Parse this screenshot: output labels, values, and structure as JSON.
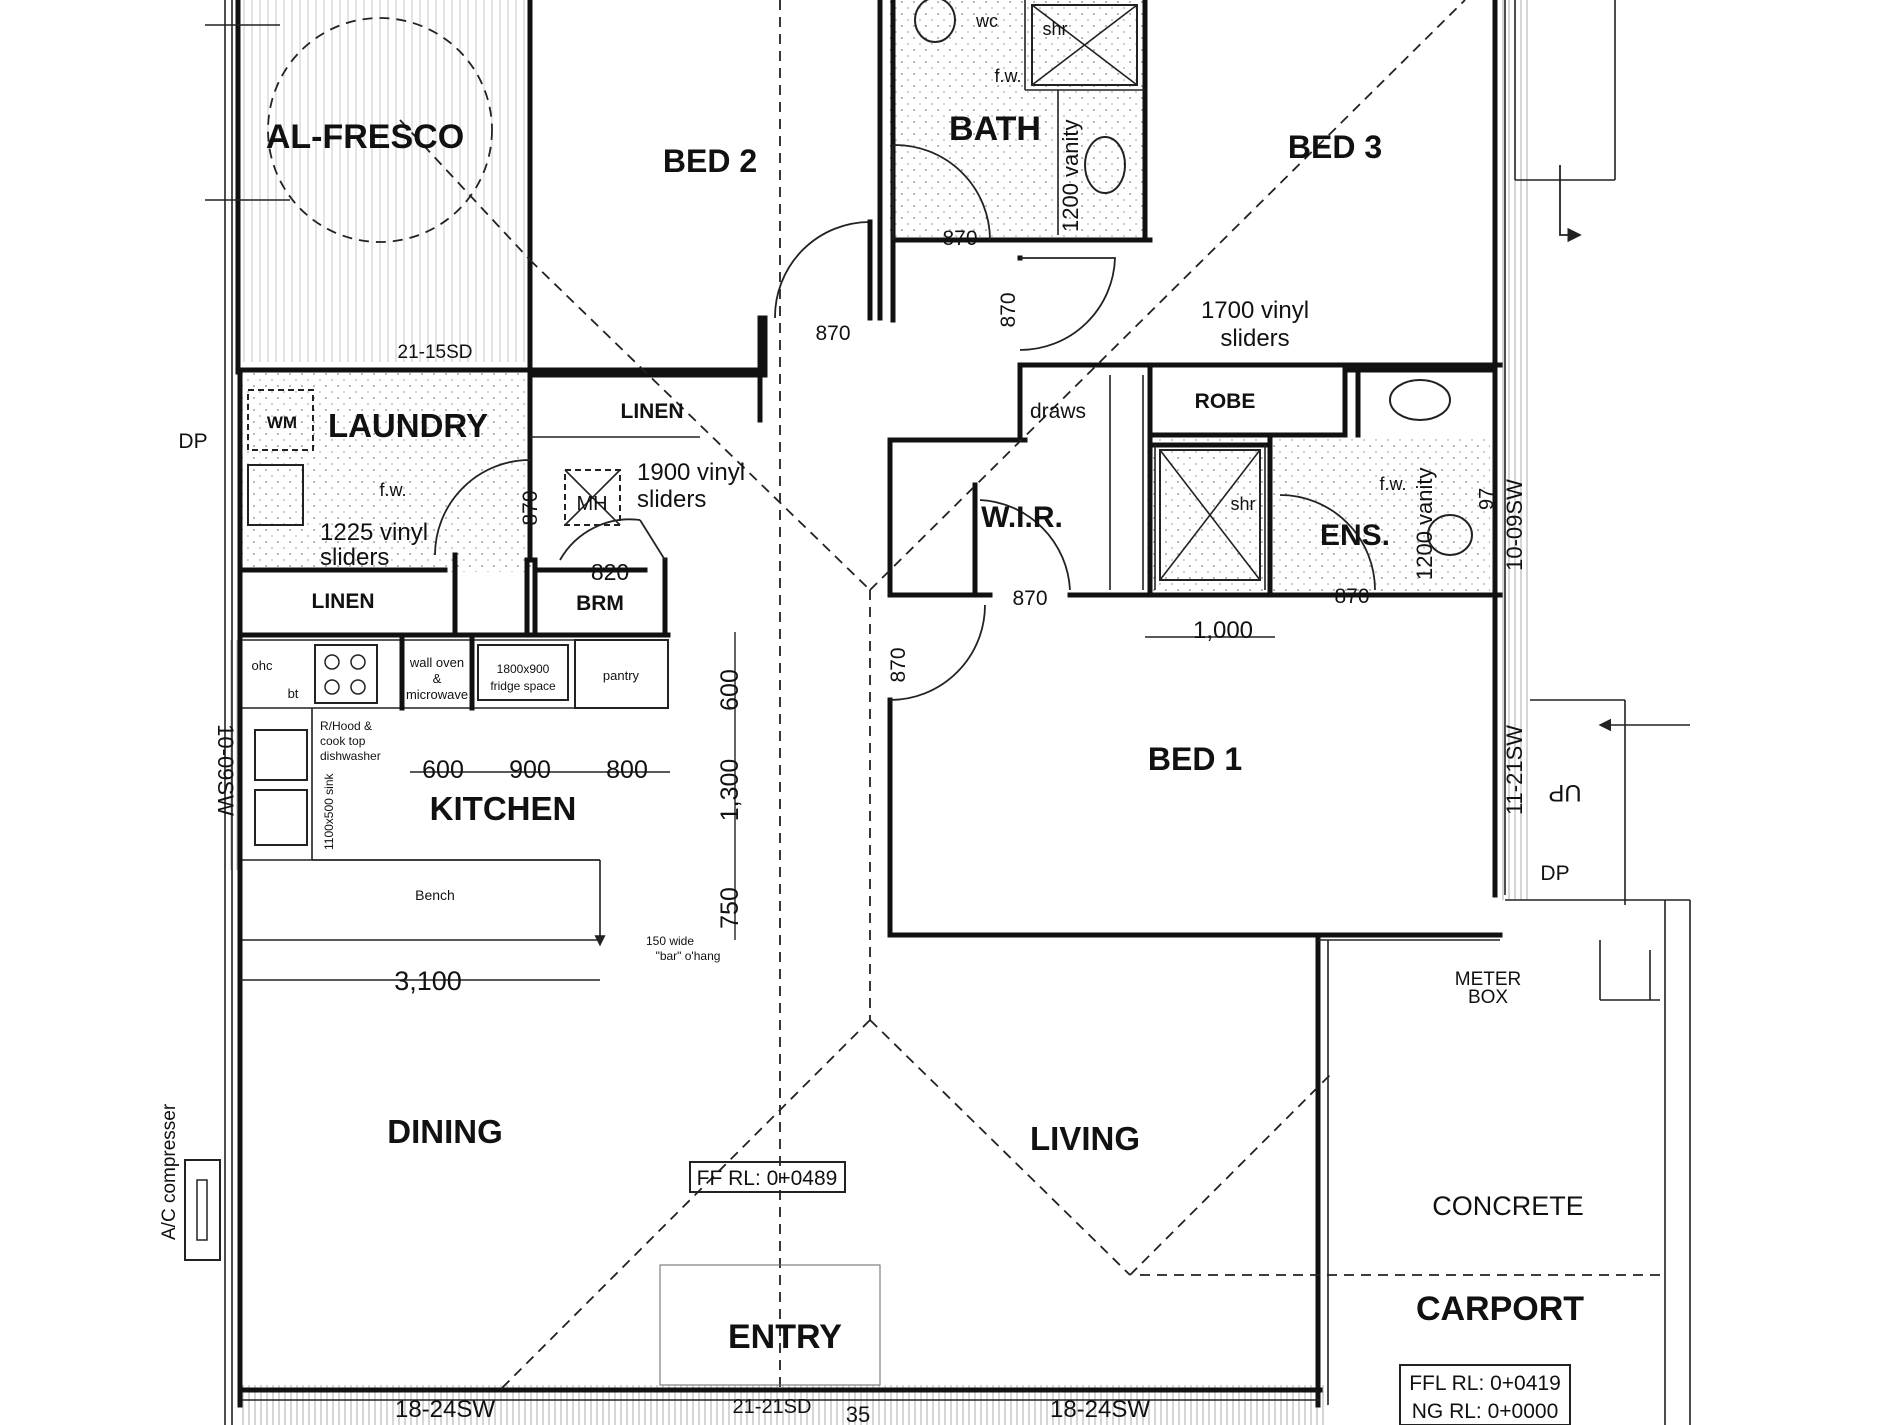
{
  "rooms": {
    "alfresco": "AL-FRESCO",
    "bed2": "BED 2",
    "bath": "BATH",
    "bed3": "BED 3",
    "laundry": "LAUNDRY",
    "kitchen": "KITCHEN",
    "wir": "W.I.R.",
    "ens": "ENS.",
    "bed1": "BED 1",
    "dining": "DINING",
    "living": "LIVING",
    "entry": "ENTRY",
    "carport": "CARPORT",
    "concrete": "CONCRETE"
  },
  "fixtures": {
    "wc": "wc",
    "shr_bath": "shr",
    "shr_ens": "shr",
    "fw_bath": "f.w.",
    "fw_laundry": "f.w.",
    "fw_ens": "f.w.",
    "vanity_bath": "1200 vanity",
    "vanity_ens": "1200 vanity",
    "linen_hall": "LINEN",
    "linen_laundry": "LINEN",
    "robe": "ROBE",
    "draws": "draws",
    "brm": "BRM",
    "wm": "WM",
    "mh": "MH",
    "ohc": "ohc",
    "bt": "bt",
    "wall_oven_1": "wall oven",
    "wall_oven_2": "&",
    "wall_oven_3": "microwave",
    "fridge_1": "1800x900",
    "fridge_2": "fridge space",
    "pantry": "pantry",
    "rhood_1": "R/Hood &",
    "rhood_2": "cook top",
    "rhood_3": "dishwasher",
    "sink": "1100x500 sink",
    "bench": "Bench",
    "bar_1": "150 wide",
    "bar_2": "\"bar\" o'hang",
    "ac": "A/C compresser",
    "meter_1": "METER",
    "meter_2": "BOX",
    "up": "UP",
    "dp_left": "DP",
    "dp_right": "DP"
  },
  "notes": {
    "sliders_1700_a": "1700 vinyl",
    "sliders_1700_b": "sliders",
    "sliders_1900_a": "1900 vinyl",
    "sliders_1900_b": "sliders",
    "sliders_1225_a": "1225 vinyl",
    "sliders_1225_b": "sliders",
    "ffl_living": "FF RL: 0+0489",
    "ffl_carport": "FFL RL: 0+0419",
    "ng_carport": "NG RL: 0+0000"
  },
  "windows": {
    "alfresco_door": "21-15SD",
    "west_kitchen": "10-09SW",
    "east_ens": "10-09SW",
    "east_stair": "11-21SW",
    "front_left": "18-24SW",
    "front_door": "21-21SD",
    "front_right": "18-24SW"
  },
  "dimensions": {
    "door_bed2": "870",
    "door_bath": "870",
    "door_bed3": "870",
    "door_laundry": "870",
    "door_brm": "820",
    "door_wir": "870",
    "door_ens": "870",
    "door_bed1": "870",
    "shower_width": "1,000",
    "kit_600a": "600",
    "kit_900": "900",
    "kit_800": "800",
    "kit_600b": "600",
    "kit_1300": "1,300",
    "kit_750": "750",
    "kit_3100": "3,100",
    "step_35": "35",
    "ens_97": "97"
  }
}
